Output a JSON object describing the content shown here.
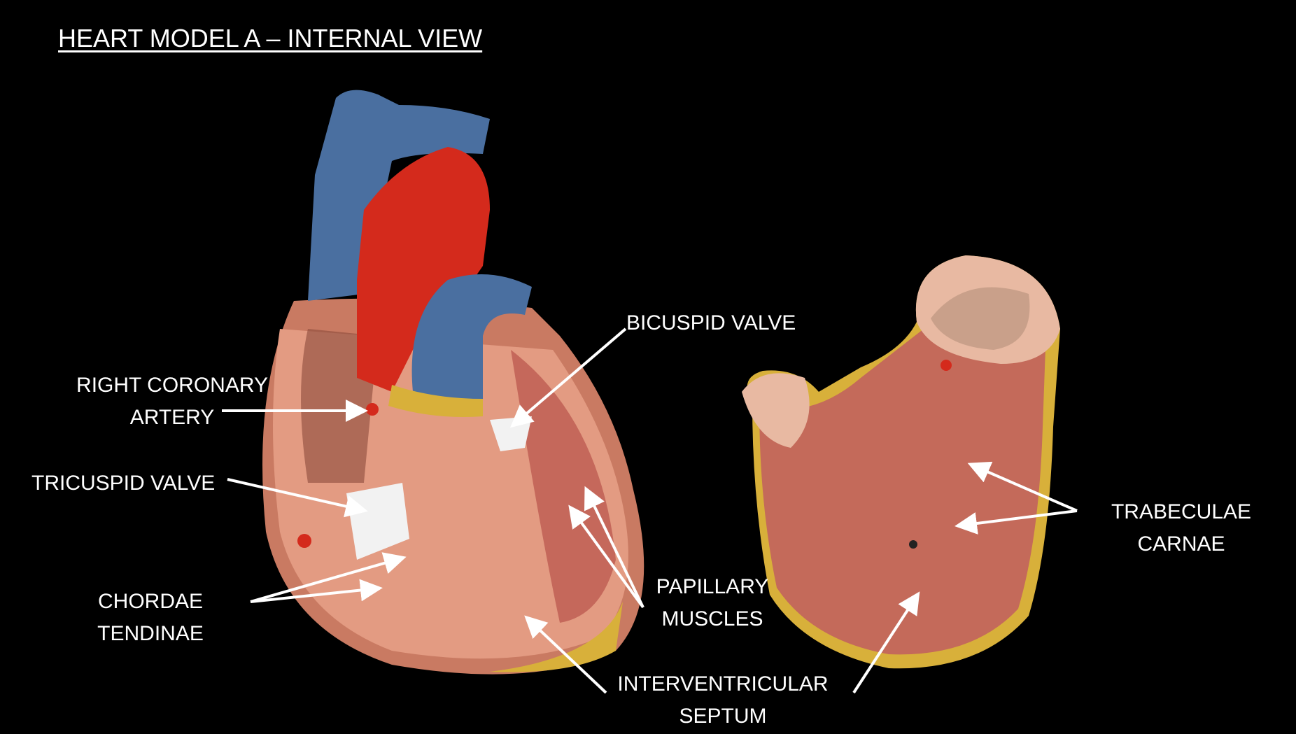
{
  "title": "HEART MODEL A – INTERNAL VIEW",
  "labels": {
    "bicuspid_valve": "BICUSPID VALVE",
    "right_coronary_1": "RIGHT CORONARY",
    "right_coronary_2": "ARTERY",
    "tricuspid_valve": "TRICUSPID VALVE",
    "chordae_1": "CHORDAE",
    "chordae_2": "TENDINAE",
    "papillary_1": "PAPILLARY",
    "papillary_2": "MUSCLES",
    "septum_1": "INTERVENTRICULAR",
    "septum_2": "SEPTUM",
    "trabeculae_1": "TRABECULAE",
    "trabeculae_2": "CARNAE"
  },
  "colors": {
    "background": "#000000",
    "text": "#ffffff",
    "myocardium": "#d98a72",
    "artery": "#d42a1c",
    "vein": "#4a6fa0",
    "fat": "#d8b03a"
  }
}
